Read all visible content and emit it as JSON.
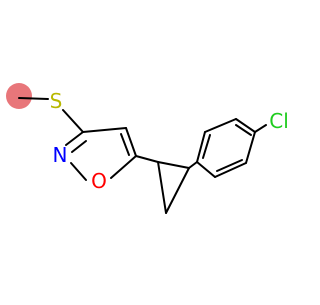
{
  "molecule": {
    "atoms": {
      "sulfur": {
        "label": "S",
        "color": "#b8b800"
      },
      "nitrogen": {
        "label": "N",
        "color": "#0000ff"
      },
      "oxygen": {
        "label": "O",
        "color": "#ff0000"
      },
      "chlorine": {
        "label": "Cl",
        "color": "#1fcc1f"
      }
    },
    "methyl_color": "#e8767a",
    "bond_color": "#000000"
  }
}
